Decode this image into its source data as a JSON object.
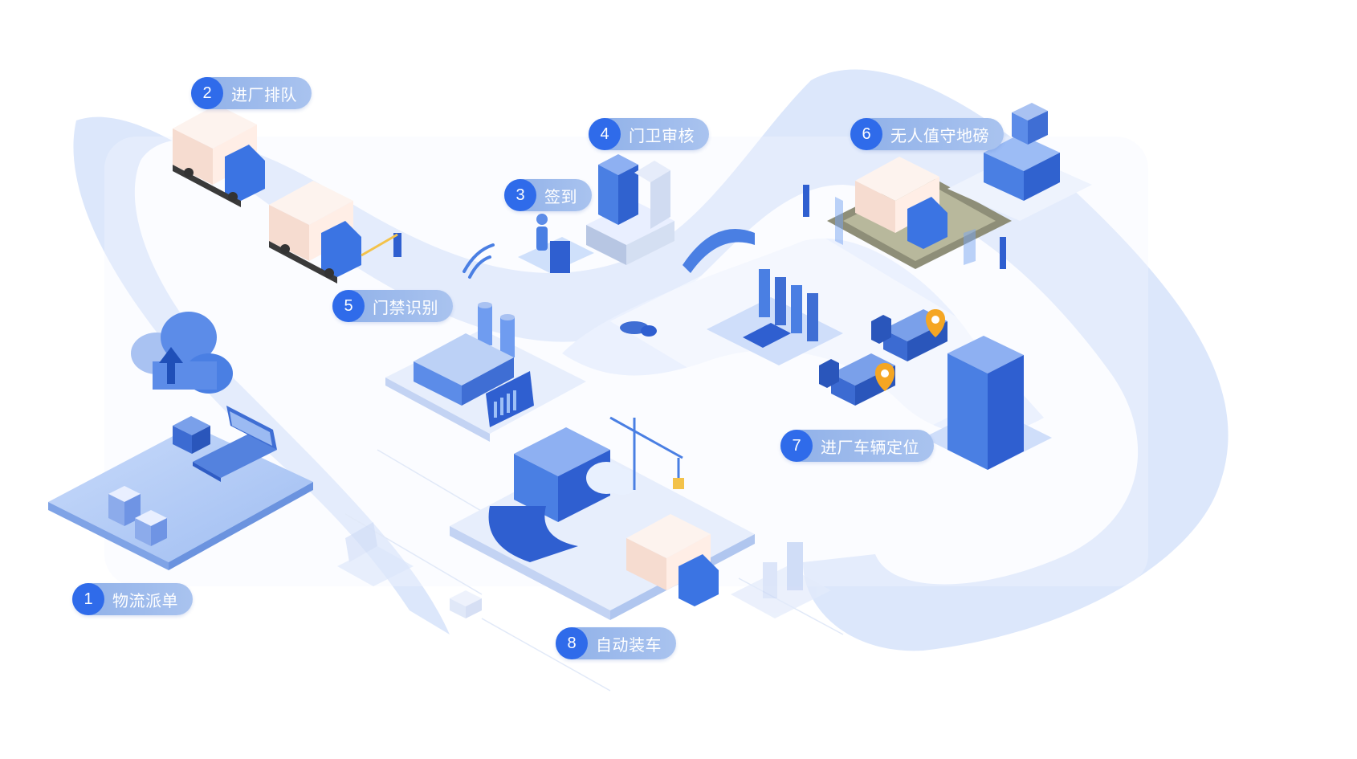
{
  "steps": [
    {
      "num": "1",
      "label": "物流派单"
    },
    {
      "num": "2",
      "label": "进厂排队"
    },
    {
      "num": "3",
      "label": "签到"
    },
    {
      "num": "4",
      "label": "门卫审核"
    },
    {
      "num": "5",
      "label": "门禁识别"
    },
    {
      "num": "6",
      "label": "无人值守地磅"
    },
    {
      "num": "7",
      "label": "进厂车辆定位"
    },
    {
      "num": "8",
      "label": "自动装车"
    }
  ],
  "colors": {
    "road": "#dde8fb",
    "accent": "#2f6bea",
    "label_bg": "#9db9ec",
    "marker": "#f5a623"
  }
}
